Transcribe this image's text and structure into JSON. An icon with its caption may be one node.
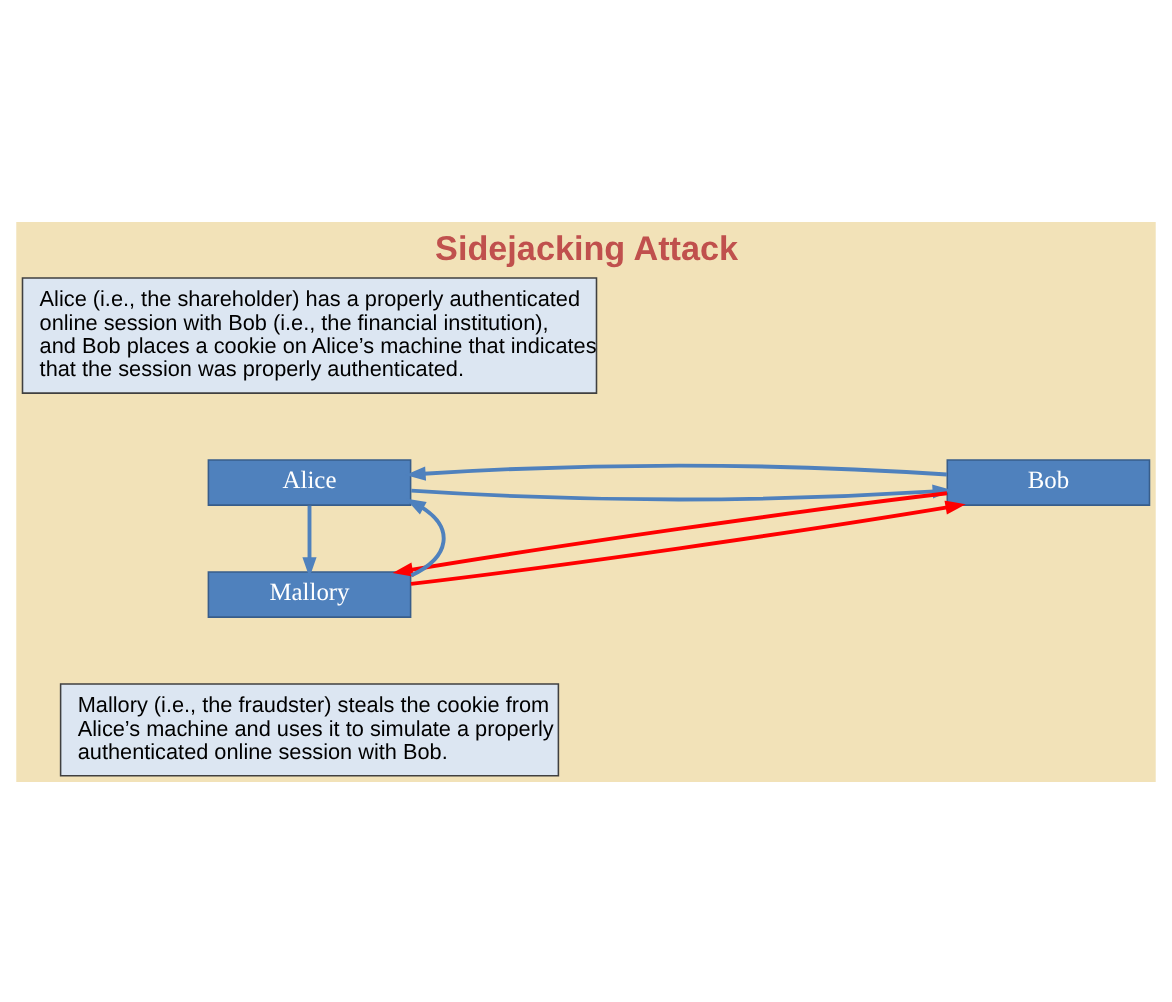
{
  "diagram": {
    "title": "Sidejacking Attack",
    "nodes": [
      {
        "text": [
          "Alice (i.e., the shareholder) has a properly authenticated online session with Bob (i.e., the financial institution), and Bob places a cookie on Alice’s machine that indicates that the session was properly authenticated."
        ]
      },
      {
        "text": [
          "Alice"
        ]
      },
      {
        "text": [
          "Bob"
        ]
      },
      {
        "text": [
          "Mallory"
        ]
      },
      {
        "text": [
          "Mallory (i.e., the fraudster) steals the cookie from Alice’s machine and uses it to simulate a properly authenticated online session with Bob."
        ]
      }
    ],
    "edges": [
      {
        "from": 1,
        "to": 2,
        "arrow": "to"
      },
      {
        "from": 2,
        "to": 1,
        "arrow": "to"
      },
      {
        "from": 1,
        "to": 3,
        "arrow": "to"
      },
      {
        "from": 3,
        "to": 1,
        "arrow": "to"
      },
      {
        "from": 3,
        "to": 2,
        "arrow": "to",
        "color": "#ff0000"
      },
      {
        "from": 2,
        "to": 3,
        "arrow": "to",
        "color": "#ff0000"
      }
    ]
  }
}
